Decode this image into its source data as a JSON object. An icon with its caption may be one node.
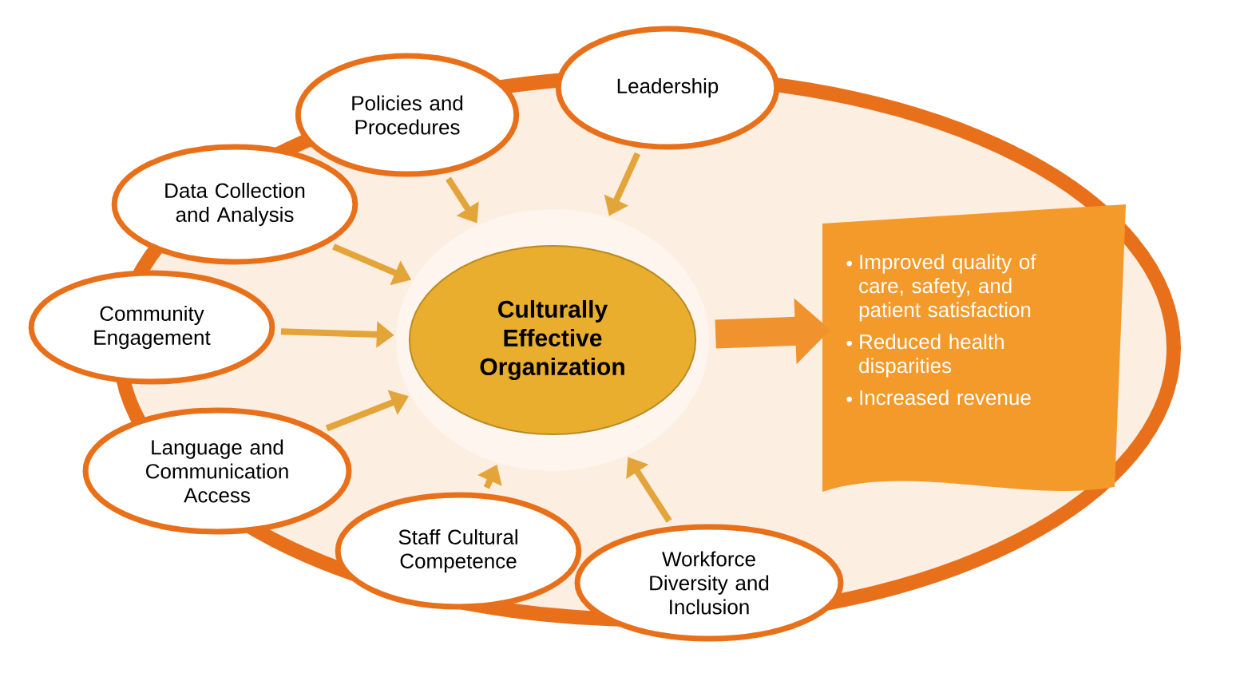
{
  "diagram": {
    "nodes": [
      {
        "text": [
          "Policies and Procedures"
        ]
      },
      {
        "text": [
          "Leadership"
        ]
      },
      {
        "text": [
          "Data Collection and Analysis"
        ]
      },
      {
        "text": [
          "Community Engagement"
        ]
      },
      {
        "text": [
          "Language and Communication Access"
        ]
      },
      {
        "text": [
          "Staff Cultural Competence"
        ]
      },
      {
        "text": [
          "Workforce Diversity and Inclusion"
        ]
      },
      {
        "text": [
          "Culturally Effective Organization"
        ]
      },
      {
        "text": [
          "Improved quality of care, safety, and patient satisfaction",
          "Reduced health disparities",
          "Increased revenue"
        ]
      }
    ],
    "edges": [
      {
        "from": 0,
        "to": 7,
        "arrow": "to"
      },
      {
        "from": 1,
        "to": 7,
        "arrow": "to"
      },
      {
        "from": 2,
        "to": 7,
        "arrow": "to"
      },
      {
        "from": 3,
        "to": 7,
        "arrow": "to"
      },
      {
        "from": 4,
        "to": 7,
        "arrow": "to"
      },
      {
        "from": 5,
        "to": 7,
        "arrow": "to"
      },
      {
        "from": 6,
        "to": 7,
        "arrow": "to"
      },
      {
        "from": 7,
        "to": 8,
        "arrow": "to",
        "style": "thick",
        "color": "#f0922e"
      }
    ]
  }
}
